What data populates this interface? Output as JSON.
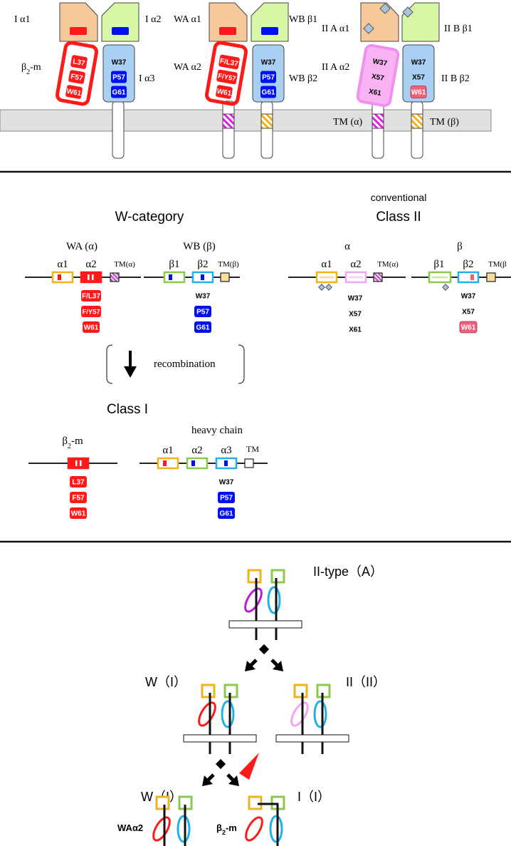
{
  "colors": {
    "orange": "#f6c99a",
    "green": "#d8f7a6",
    "blue_dom": "#a9d0f2",
    "red": "#ff1a1a",
    "blue": "#0010f0",
    "pink_dom": "#f9b2f4",
    "pink_border": "#f091f0",
    "pink_res": "#f0607a",
    "membrane": "#e0e0e0",
    "box_orange": "#f2b21c",
    "box_green": "#8cc84b",
    "box_cyan": "#20b0ea",
    "box_pink": "#f2a6f2",
    "diamond": "#a8c4de",
    "hatch_magenta": "#e020e0",
    "hatch_orange": "#f2b21c",
    "arrow_red": "#ff1a1a",
    "loop_purple": "#b81cdc"
  },
  "icons": [
    "down-arrow-icon",
    "diagonal-arrow-icon",
    "red-triangle-icon",
    "glycosylation-diamond-icon"
  ],
  "panel1": {
    "classI": {
      "a1": "I α1",
      "a2": "I α2",
      "a3": "I α3",
      "b2m": "β2-m",
      "b2m_res": [
        "L37",
        "F57",
        "W61"
      ],
      "a3_res": [
        "W37",
        "P57",
        "G61"
      ]
    },
    "wcat": {
      "a1": "WA α1",
      "b1": "WB β1",
      "a2": "WA α2",
      "b2": "WB β2",
      "a2_res": [
        "F/L37",
        "F/Y57",
        "W61"
      ],
      "b2_res": [
        "W37",
        "P57",
        "G61"
      ]
    },
    "classII": {
      "a1": "II A α1",
      "b1": "II B β1",
      "a2": "II A α2",
      "b2": "II B β2",
      "a2_res": [
        "W37",
        "X57",
        "X61"
      ],
      "b2_res": [
        "W37",
        "X57",
        "W61"
      ]
    },
    "tm_a": "TM (α)",
    "tm_b": "TM (β)"
  },
  "panel2": {
    "wcat_title": "W-category",
    "conv_title": "conventional",
    "class2_title": "Class II",
    "wa": "WA (α)",
    "wb": "WB (β)",
    "alpha": "α",
    "beta": "β",
    "a1": "α1",
    "a2": "α2",
    "b1": "β1",
    "b2": "β2",
    "tma": "TM(α)",
    "tmb": "TM(β)",
    "tm_cut": "TM(β",
    "wa_res": [
      "F/L37",
      "F/Y57",
      "W61"
    ],
    "wb_res": [
      "W37",
      "P57",
      "G61"
    ],
    "c2a_res": [
      "W37",
      "X57",
      "X61"
    ],
    "c2b_res": [
      "W37",
      "X57",
      "W61"
    ],
    "recombination": "recombination",
    "class1_title": "Class I",
    "b2m": "β2-m",
    "heavy": "heavy chain",
    "a3": "α3",
    "tm": "TM",
    "b2m_res": [
      "L37",
      "F57",
      "W61"
    ],
    "heavy_res": [
      "W37",
      "P57",
      "G61"
    ]
  },
  "panel3": {
    "top": "II-type（A）",
    "midL": "W（I）",
    "midR": "II（II）",
    "botL": "W（I）",
    "botR": "I（I）",
    "lbl_wa": "WAα2",
    "lbl_b2m": "β2-m"
  }
}
